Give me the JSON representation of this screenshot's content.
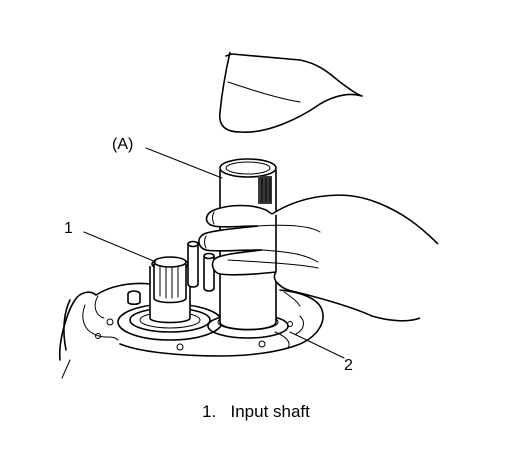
{
  "labels": {
    "tool": "(A)",
    "part1": "1",
    "part2": "2"
  },
  "caption": {
    "number": "1.",
    "text": "Input shaft"
  },
  "colors": {
    "ink": "#000000",
    "background": "#ffffff"
  }
}
